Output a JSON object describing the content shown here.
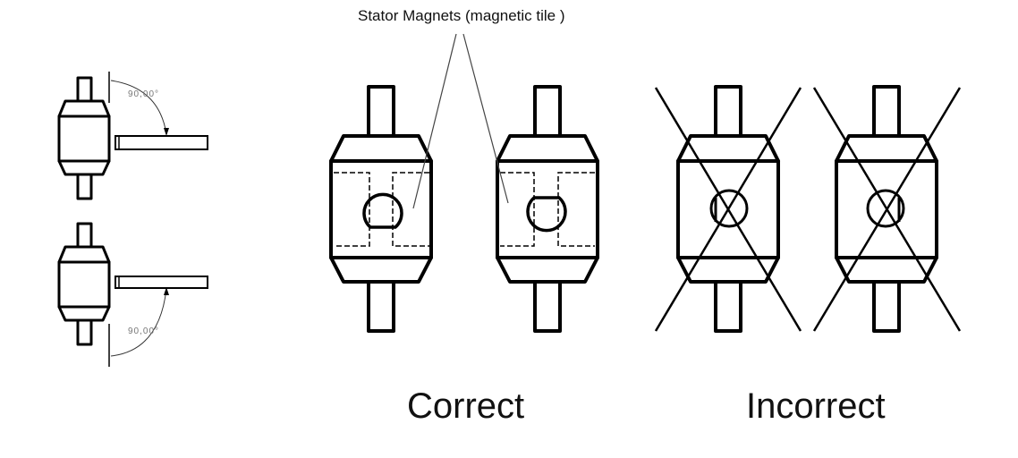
{
  "annotation": "Stator Magnets (magnetic tile )",
  "angle_top": "90,00°",
  "angle_bottom": "90,00°",
  "correct_label": "Correct",
  "incorrect_label": "Incorrect",
  "colors": {
    "line": "#000000",
    "leader": "#444444",
    "background": "#ffffff"
  }
}
